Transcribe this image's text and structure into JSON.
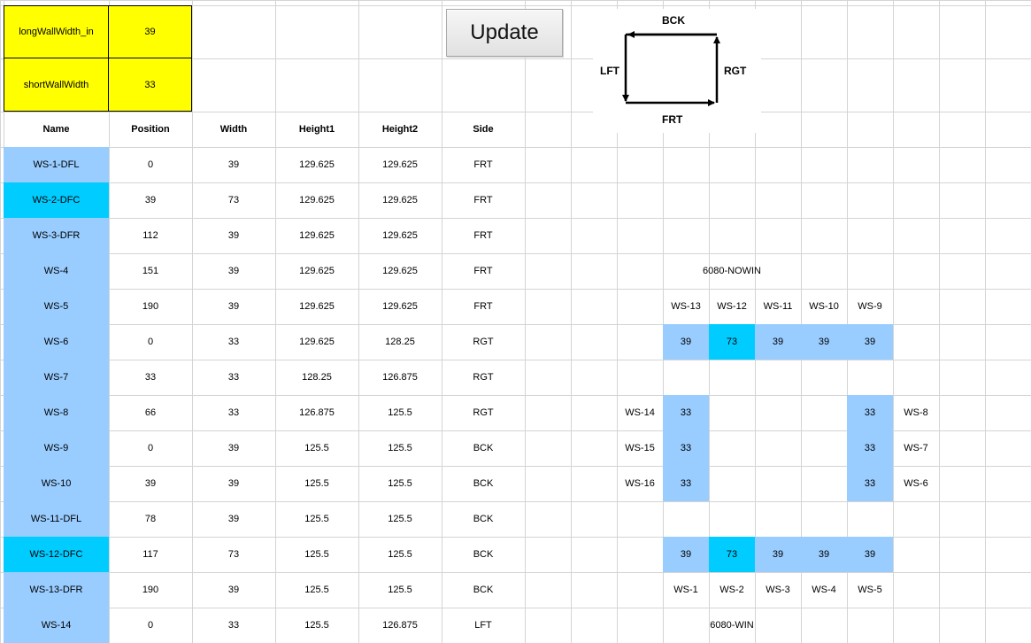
{
  "params": {
    "long_wall_label": "longWallWidth_in",
    "long_wall_value": "39",
    "short_wall_label": "shortWallWidth",
    "short_wall_value": "33"
  },
  "update_button": {
    "label": "Update"
  },
  "diagram": {
    "back": "BCK",
    "left": "LFT",
    "right": "RGT",
    "front": "FRT"
  },
  "table": {
    "headers": [
      "Name",
      "Position",
      "Width",
      "Height1",
      "Height2",
      "Side"
    ],
    "rows": [
      {
        "name": "WS-1-DFL",
        "position": "0",
        "width": "39",
        "height1": "129.625",
        "height2": "129.625",
        "side": "FRT"
      },
      {
        "name": "WS-2-DFC",
        "position": "39",
        "width": "73",
        "height1": "129.625",
        "height2": "129.625",
        "side": "FRT"
      },
      {
        "name": "WS-3-DFR",
        "position": "112",
        "width": "39",
        "height1": "129.625",
        "height2": "129.625",
        "side": "FRT"
      },
      {
        "name": "WS-4",
        "position": "151",
        "width": "39",
        "height1": "129.625",
        "height2": "129.625",
        "side": "FRT"
      },
      {
        "name": "WS-5",
        "position": "190",
        "width": "39",
        "height1": "129.625",
        "height2": "129.625",
        "side": "FRT"
      },
      {
        "name": "WS-6",
        "position": "0",
        "width": "33",
        "height1": "129.625",
        "height2": "128.25",
        "side": "RGT"
      },
      {
        "name": "WS-7",
        "position": "33",
        "width": "33",
        "height1": "128.25",
        "height2": "126.875",
        "side": "RGT"
      },
      {
        "name": "WS-8",
        "position": "66",
        "width": "33",
        "height1": "126.875",
        "height2": "125.5",
        "side": "RGT"
      },
      {
        "name": "WS-9",
        "position": "0",
        "width": "39",
        "height1": "125.5",
        "height2": "125.5",
        "side": "BCK"
      },
      {
        "name": "WS-10",
        "position": "39",
        "width": "39",
        "height1": "125.5",
        "height2": "125.5",
        "side": "BCK"
      },
      {
        "name": "WS-11-DFL",
        "position": "78",
        "width": "39",
        "height1": "125.5",
        "height2": "125.5",
        "side": "BCK"
      },
      {
        "name": "WS-12-DFC",
        "position": "117",
        "width": "73",
        "height1": "125.5",
        "height2": "125.5",
        "side": "BCK"
      },
      {
        "name": "WS-13-DFR",
        "position": "190",
        "width": "39",
        "height1": "125.5",
        "height2": "125.5",
        "side": "BCK"
      },
      {
        "name": "WS-14",
        "position": "0",
        "width": "33",
        "height1": "125.5",
        "height2": "126.875",
        "side": "LFT"
      }
    ]
  },
  "layout_map": {
    "back_door_label": "6080-NOWIN",
    "front_door_label": "6080-WIN",
    "back_names": [
      "WS-13",
      "WS-12",
      "WS-11",
      "WS-10",
      "WS-9"
    ],
    "back_widths": [
      "39",
      "73",
      "39",
      "39",
      "39"
    ],
    "left_names": [
      "WS-14",
      "WS-15",
      "WS-16"
    ],
    "left_widths": [
      "33",
      "33",
      "33"
    ],
    "right_widths": [
      "33",
      "33",
      "33"
    ],
    "right_names": [
      "WS-8",
      "WS-7",
      "WS-6"
    ],
    "front_widths": [
      "39",
      "73",
      "39",
      "39",
      "39"
    ],
    "front_names": [
      "WS-1",
      "WS-2",
      "WS-3",
      "WS-4",
      "WS-5"
    ]
  },
  "colors": {
    "param_fill": "#ffff00",
    "name_fill": "#99ccff",
    "door_fill": "#00ccff",
    "gridline": "#d4d4d4"
  }
}
